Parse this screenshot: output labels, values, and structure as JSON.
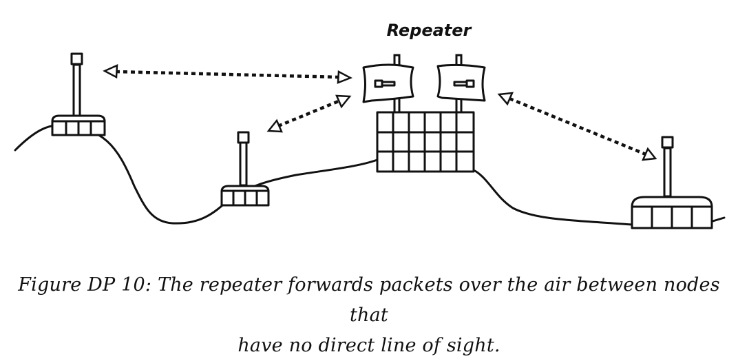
{
  "diagram": {
    "repeater_label": "Repeater",
    "nodes": [
      {
        "id": "node-left-hilltop",
        "role": "node"
      },
      {
        "id": "node-middle-valley",
        "role": "node"
      },
      {
        "id": "repeater-center",
        "role": "repeater"
      },
      {
        "id": "node-right-lowland",
        "role": "node"
      }
    ],
    "links": [
      {
        "from": "node-left-hilltop",
        "to": "repeater-center"
      },
      {
        "from": "node-middle-valley",
        "to": "repeater-center"
      },
      {
        "from": "repeater-center",
        "to": "node-right-lowland"
      }
    ]
  },
  "caption": {
    "line1": "Figure DP 10: The repeater forwards packets over the air between nodes that",
    "line2": "have no direct line of sight."
  }
}
